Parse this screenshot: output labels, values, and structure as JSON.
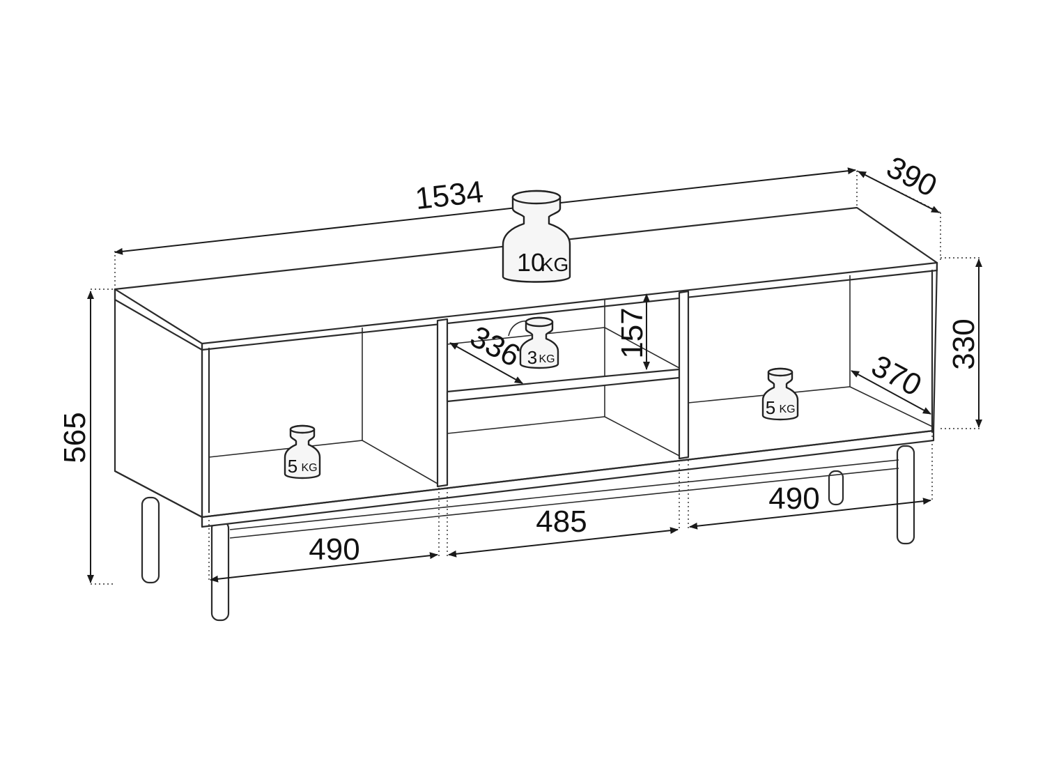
{
  "diagram": {
    "dimensions": {
      "width": "1534",
      "depth": "390",
      "height": "565",
      "inner_height": "330",
      "inner_depth": "370",
      "shelf_depth": "336",
      "shelf_height": "157",
      "left_compartment": "490",
      "middle_compartment": "485",
      "right_compartment": "490"
    },
    "weights": {
      "top": {
        "value": "10",
        "unit": "KG"
      },
      "middle_shelf": {
        "value": "3",
        "unit": "KG"
      },
      "left_bottom": {
        "value": "5",
        "unit": "KG"
      },
      "right_bottom": {
        "value": "5",
        "unit": "KG"
      }
    }
  }
}
